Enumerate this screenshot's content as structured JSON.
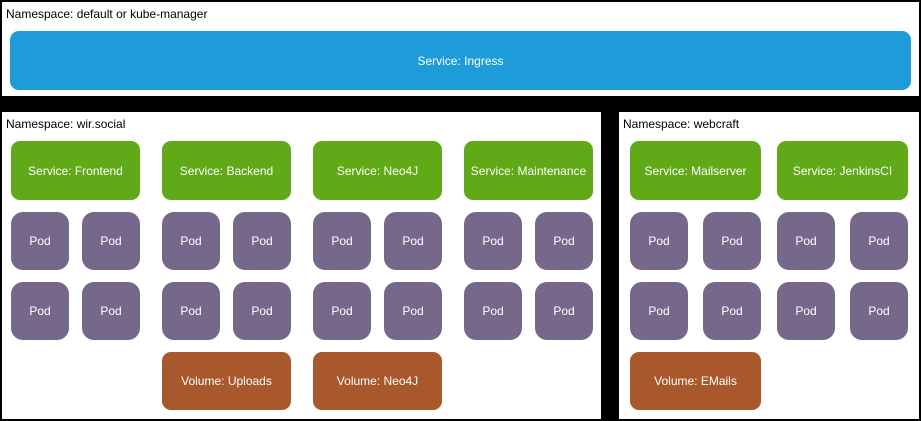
{
  "colors": {
    "background": "#000000",
    "panel_fill": "#FFFFFF",
    "ingress_fill": "#1E9CD9",
    "service_fill": "#60A917",
    "pod_fill": "#76688A",
    "volume_fill": "#A9582C",
    "box_text": "#FFFFFF",
    "label_text": "#000000"
  },
  "namespaces": {
    "top": {
      "label": "Namespace: default or kube-manager",
      "service": "Service: Ingress"
    },
    "left": {
      "label": "Namespace: wir.social",
      "groups": [
        {
          "service": "Service: Frontend",
          "pods": [
            "Pod",
            "Pod",
            "Pod",
            "Pod"
          ],
          "volume": null
        },
        {
          "service": "Service: Backend",
          "pods": [
            "Pod",
            "Pod",
            "Pod",
            "Pod"
          ],
          "volume": "Volume: Uploads"
        },
        {
          "service": "Service: Neo4J",
          "pods": [
            "Pod",
            "Pod",
            "Pod",
            "Pod"
          ],
          "volume": "Volume: Neo4J"
        },
        {
          "service": "Service: Maintenance",
          "pods": [
            "Pod",
            "Pod",
            "Pod",
            "Pod"
          ],
          "volume": null
        }
      ]
    },
    "right": {
      "label": "Namespace: webcraft",
      "groups": [
        {
          "service": "Service: Mailserver",
          "pods": [
            "Pod",
            "Pod",
            "Pod",
            "Pod"
          ],
          "volume": "Volume: EMails"
        },
        {
          "service": "Service: JenkinsCI",
          "pods": [
            "Pod",
            "Pod",
            "Pod",
            "Pod"
          ],
          "volume": null
        }
      ]
    }
  }
}
